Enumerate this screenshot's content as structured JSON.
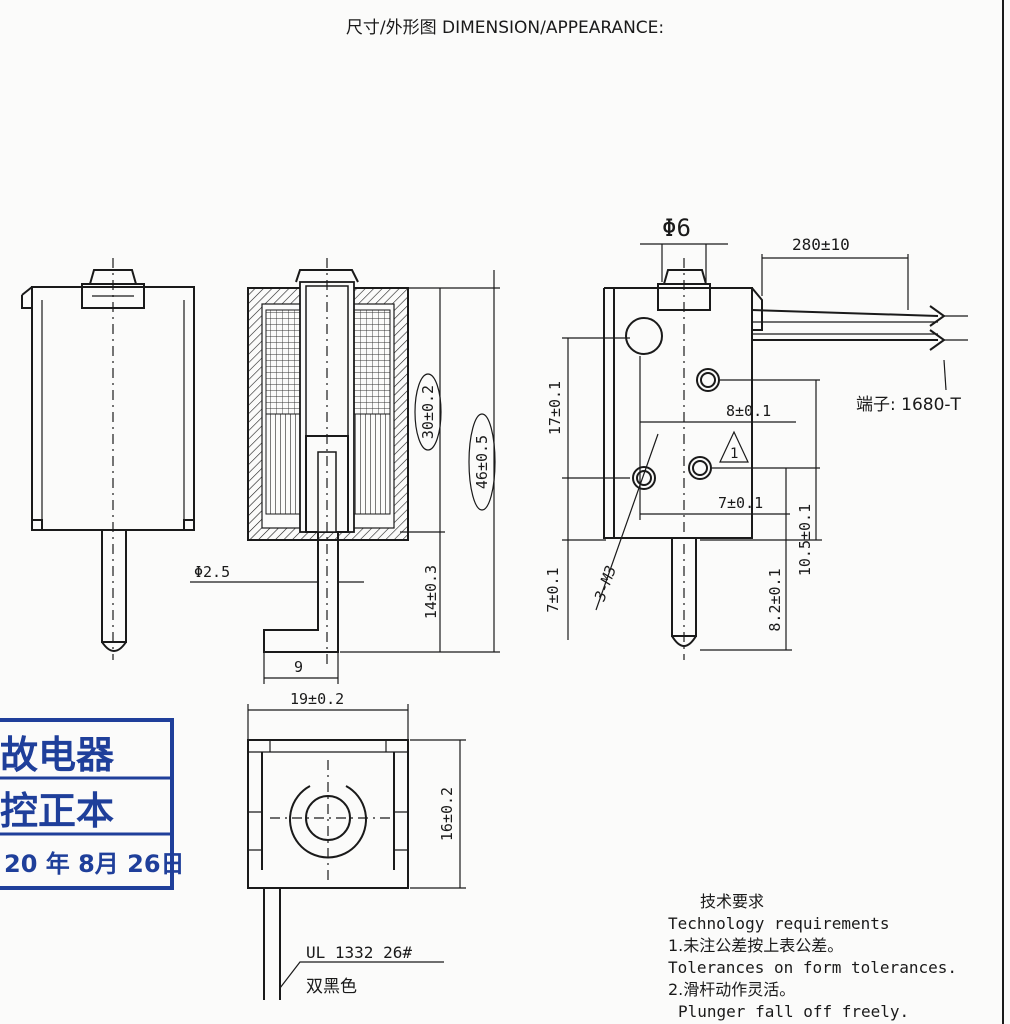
{
  "title": "尺寸/外形图 DIMENSION/APPEARANCE:",
  "dimensions": {
    "phi6": "Φ6",
    "lead_length": "280±10",
    "terminal": "端子: 1680-T",
    "d17": "17±0.1",
    "d8": "8±0.1",
    "d7a": "7±0.1",
    "d7b": "7±0.1",
    "d105": "10.5±0.1",
    "d82": "8.2±0.1",
    "thread": "3-M3",
    "d30": "30±0.2",
    "d46": "46±0.5",
    "d14": "14±0.3",
    "phi25": "Φ2.5",
    "d9": "9",
    "d19": "19±0.2",
    "d16": "16±0.2",
    "tri": "1"
  },
  "wire_note": {
    "line1": "UL 1332 26#",
    "line2": "双黑色"
  },
  "stamp": {
    "line1": "故电器",
    "line2": "控正本",
    "line3": "20 年 8月 26日"
  },
  "requirements": {
    "heading": "技术要求",
    "line1": "Technology  requirements",
    "line2": "1.未注公差按上表公差。",
    "line3": "Tolerances on form tolerances.",
    "line4": "2.滑杆动作灵活。",
    "line5": "Plunger fall off freely."
  }
}
